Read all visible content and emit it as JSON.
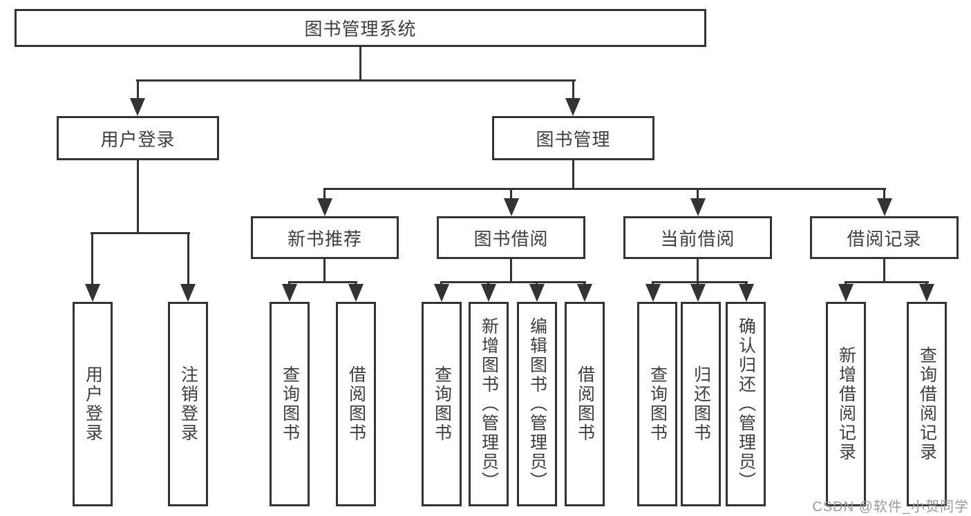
{
  "root": {
    "label": "图书管理系统",
    "children": [
      {
        "label": "用户登录",
        "children": [
          {
            "label": "用户登录"
          },
          {
            "label": "注销登录"
          }
        ]
      },
      {
        "label": "图书管理",
        "children": [
          {
            "label": "新书推荐",
            "children": [
              {
                "label": "查询图书"
              },
              {
                "label": "借阅图书"
              }
            ]
          },
          {
            "label": "图书借阅",
            "children": [
              {
                "label": "查询图书"
              },
              {
                "label": "新增图书（管理员）"
              },
              {
                "label": "编辑图书（管理员）"
              },
              {
                "label": "借阅图书"
              }
            ]
          },
          {
            "label": "当前借阅",
            "children": [
              {
                "label": "查询图书"
              },
              {
                "label": "归还图书"
              },
              {
                "label": "确认归还（管理员）"
              }
            ]
          },
          {
            "label": "借阅记录",
            "children": [
              {
                "label": "新增借阅记录"
              },
              {
                "label": "查询借阅记录"
              }
            ]
          }
        ]
      }
    ]
  },
  "watermark": "CSDN @软件_小贺同学",
  "colors": {
    "line": "#333333",
    "text": "#3e3e3e",
    "watermark": "#9b9b9b"
  }
}
